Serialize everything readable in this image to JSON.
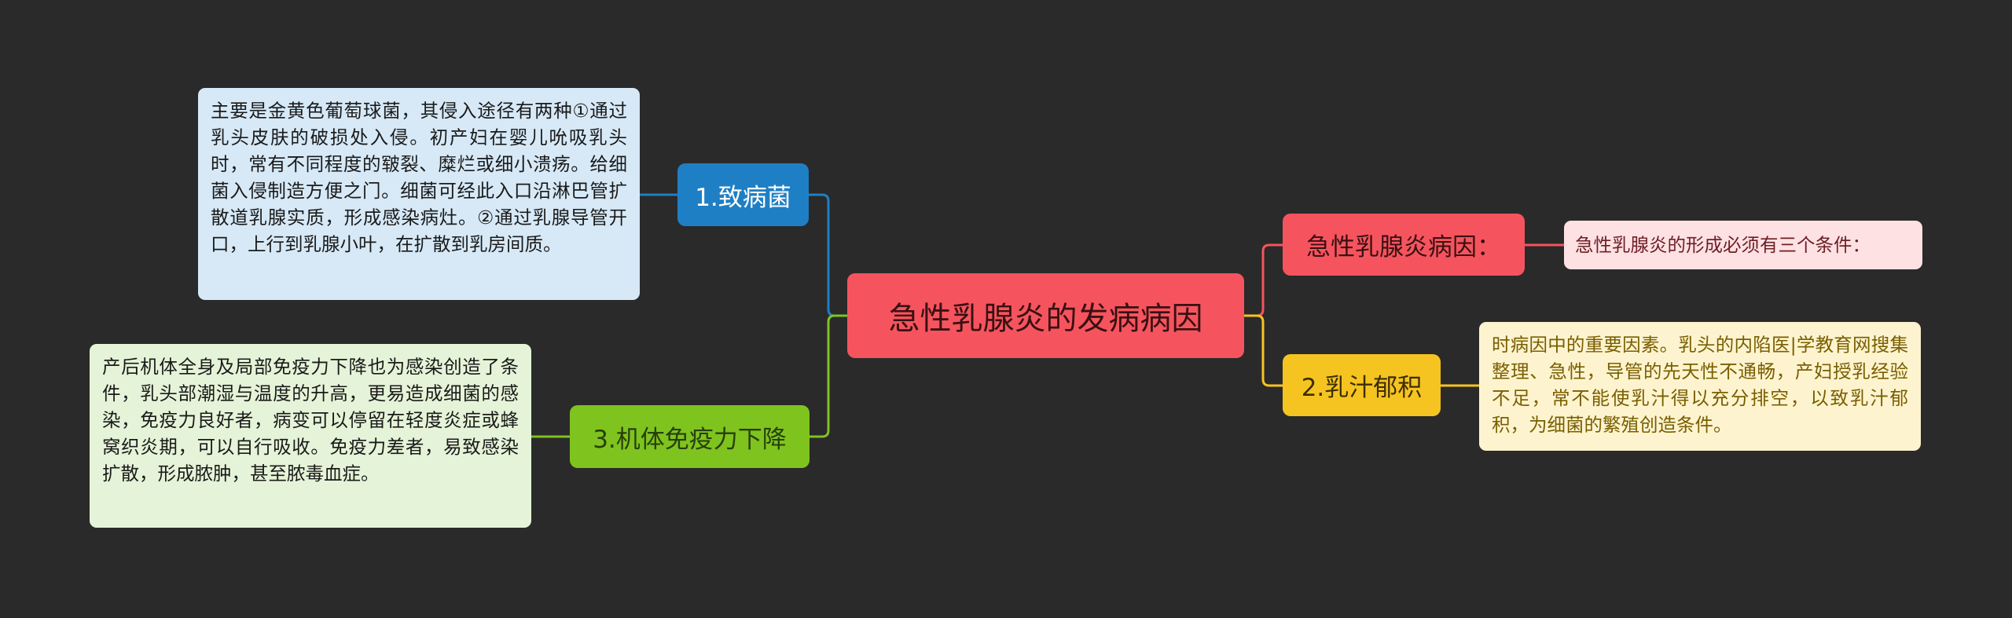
{
  "mindmap": {
    "root": {
      "label": "急性乳腺炎的发病病因",
      "color": "#f5545e"
    },
    "branches": [
      {
        "id": "b1",
        "label": "1.致病菌",
        "color": "#1f7fc4",
        "note": "主要是金黄色葡萄球菌，其侵入途径有两种①通过乳头皮肤的破损处入侵。初产妇在婴儿吮吸乳头时，常有不同程度的皲裂、糜烂或细小溃疡。给细菌入侵制造方便之门。细菌可经此入口沿淋巴管扩散道乳腺实质，形成感染病灶。②通过乳腺导管开口，上行到乳腺小叶，在扩散到乳房间质。"
      },
      {
        "id": "b3",
        "label": "3.机体免疫力下降",
        "color": "#7fc31f",
        "note": "产后机体全身及局部免疫力下降也为感染创造了条件，乳头部潮湿与温度的升高，更易造成细菌的感染，免疫力良好者，病变可以停留在轻度炎症或蜂窝织炎期，可以自行吸收。免疫力差者，易致感染扩散，形成脓肿，甚至脓毒血症。"
      },
      {
        "id": "b4",
        "label": "急性乳腺炎病因：",
        "color": "#f5545e",
        "note": "急性乳腺炎的形成必须有三个条件："
      },
      {
        "id": "b2",
        "label": "2.乳汁郁积",
        "color": "#f6c421",
        "note": "时病因中的重要因素。乳头的内陷医|学教育网搜集整理、急性，导管的先天性不通畅，产妇授乳经验不足，常不能使乳汁得以充分排空，以致乳汁郁积，为细菌的繁殖创造条件。"
      }
    ]
  }
}
